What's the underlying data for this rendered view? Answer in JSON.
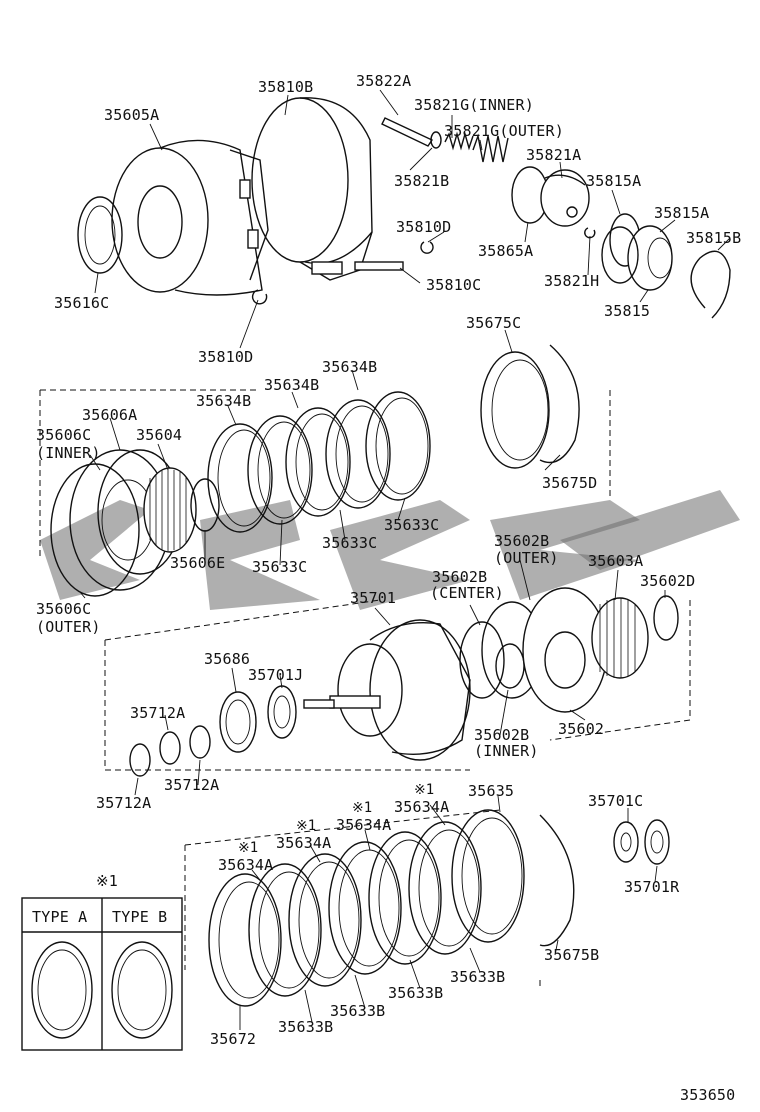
{
  "diagram_id": "353650",
  "type_box": {
    "mark": "※1",
    "col_a": "TYPE A",
    "col_b": "TYPE B"
  },
  "labels": {
    "l35810B": "35810B",
    "l35605A": "35605A",
    "l35822A": "35822A",
    "l35821G_inner": "35821G(INNER)",
    "l35821G_outer": "35821G(OUTER)",
    "l35821A": "35821A",
    "l35821B": "35821B",
    "l35815A_1": "35815A",
    "l35815A_2": "35815A",
    "l35815B": "35815B",
    "l35810D_1": "35810D",
    "l35865A": "35865A",
    "l35821H": "35821H",
    "l35616C": "35616C",
    "l35810C": "35810C",
    "l35815": "35815",
    "l35810D_2": "35810D",
    "l35675C": "35675C",
    "l35634B_1": "35634B",
    "l35634B_2": "35634B",
    "l35634B_3": "35634B",
    "l35606A": "35606A",
    "l35606C_inner_a": "35606C",
    "l35606C_inner_b": "(INNER)",
    "l35604": "35604",
    "l35675D": "35675D",
    "l35633C_1": "35633C",
    "l35633C_2": "35633C",
    "l35606E": "35606E",
    "l35633C_3": "35633C",
    "l35602B_outer_a": "35602B",
    "l35602B_outer_b": "(OUTER)",
    "l35603A": "35603A",
    "l35602B_center_a": "35602B",
    "l35602B_center_b": "(CENTER)",
    "l35701": "35701",
    "l35602D": "35602D",
    "l35606C_outer_a": "35606C",
    "l35606C_outer_b": "(OUTER)",
    "l35686": "35686",
    "l35701J": "35701J",
    "l35712A_1": "35712A",
    "l35602": "35602",
    "l35602B_inner_a": "35602B",
    "l35602B_inner_b": "(INNER)",
    "l35712A_2": "35712A",
    "l35712A_3": "35712A",
    "l35635": "35635",
    "l35634A_mark_1": "※1",
    "l35634A_1": "35634A",
    "l35701C": "35701C",
    "l35634A_mark_2": "※1",
    "l35634A_2": "35634A",
    "l35634A_mark_3": "※1",
    "l35634A_3": "35634A",
    "l35634A_mark_4": "※1",
    "l35634A_4": "35634A",
    "l35701R": "35701R",
    "l35675B": "35675B",
    "l35633B_1": "35633B",
    "l35633B_2": "35633B",
    "l35633B_3": "35633B",
    "l35672": "35672",
    "l35633B_4": "35633B"
  }
}
